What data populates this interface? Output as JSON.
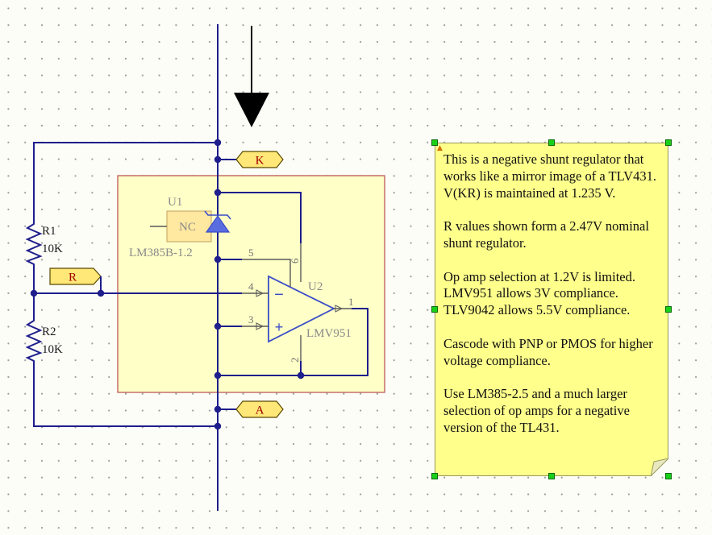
{
  "netlabels": {
    "k": "K",
    "a": "A",
    "r": "R"
  },
  "resistors": [
    {
      "ref": "R1",
      "value": "10K"
    },
    {
      "ref": "R2",
      "value": "10K"
    }
  ],
  "u1": {
    "ref": "U1",
    "part": "LM385B-1.2",
    "nc": "NC"
  },
  "u2": {
    "ref": "U2",
    "part": "LMV951",
    "pin_out": "1",
    "pin_vp": "6",
    "pin_vn": "2",
    "pin_shdn": "5",
    "pin_inv": "4",
    "pin_noninv": "3",
    "minus": "−",
    "plus": "+"
  },
  "note": {
    "text": "This is a negative shunt regulator that works like a mirror image of a TLV431. V(KR) is maintained at 1.235 V.\n\nR values shown form a 2.47V nominal shunt regulator.\n\nOp amp selection at 1.2V is limited. LMV951 allows 3V compliance. TLV9042 allows 5.5V compliance.\n\nCascode with PNP or PMOS for higher voltage compliance.\n\nUse LM385-2.5 and a much larger selection of op amps for a negative version of the TL431."
  },
  "colors": {
    "wire": "#1e1e8c",
    "box_fill": "#ffffc8",
    "box_border": "#b84a4a",
    "netflag": "#ffe778",
    "note": "#ffff8c",
    "symbol": "#3a4dc8"
  }
}
